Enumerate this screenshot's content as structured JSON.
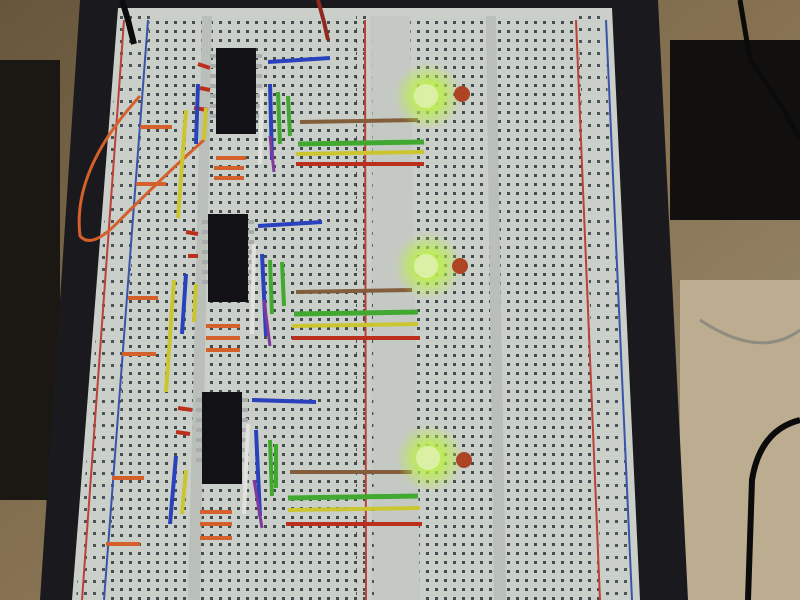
{
  "scene": {
    "subject": "breadboard-circuit",
    "colors": {
      "table": "#8a7656",
      "board_frame": "#1c1c20",
      "breadboard": "#d8dcd6",
      "hole": "#2d3a40",
      "rail_red": "#c8463c",
      "rail_blue": "#3c5ab4",
      "chip": "#141418",
      "led_green": "#c8ff50",
      "wire_orange": "#e2662e",
      "wire_yellow": "#d8d232",
      "wire_green": "#46b432",
      "wire_blue": "#2c46c8",
      "wire_brown": "#8c6440",
      "wire_red": "#c8321e",
      "wire_white": "#f0f0ec"
    },
    "chip_count": 3,
    "led_count": 3
  }
}
